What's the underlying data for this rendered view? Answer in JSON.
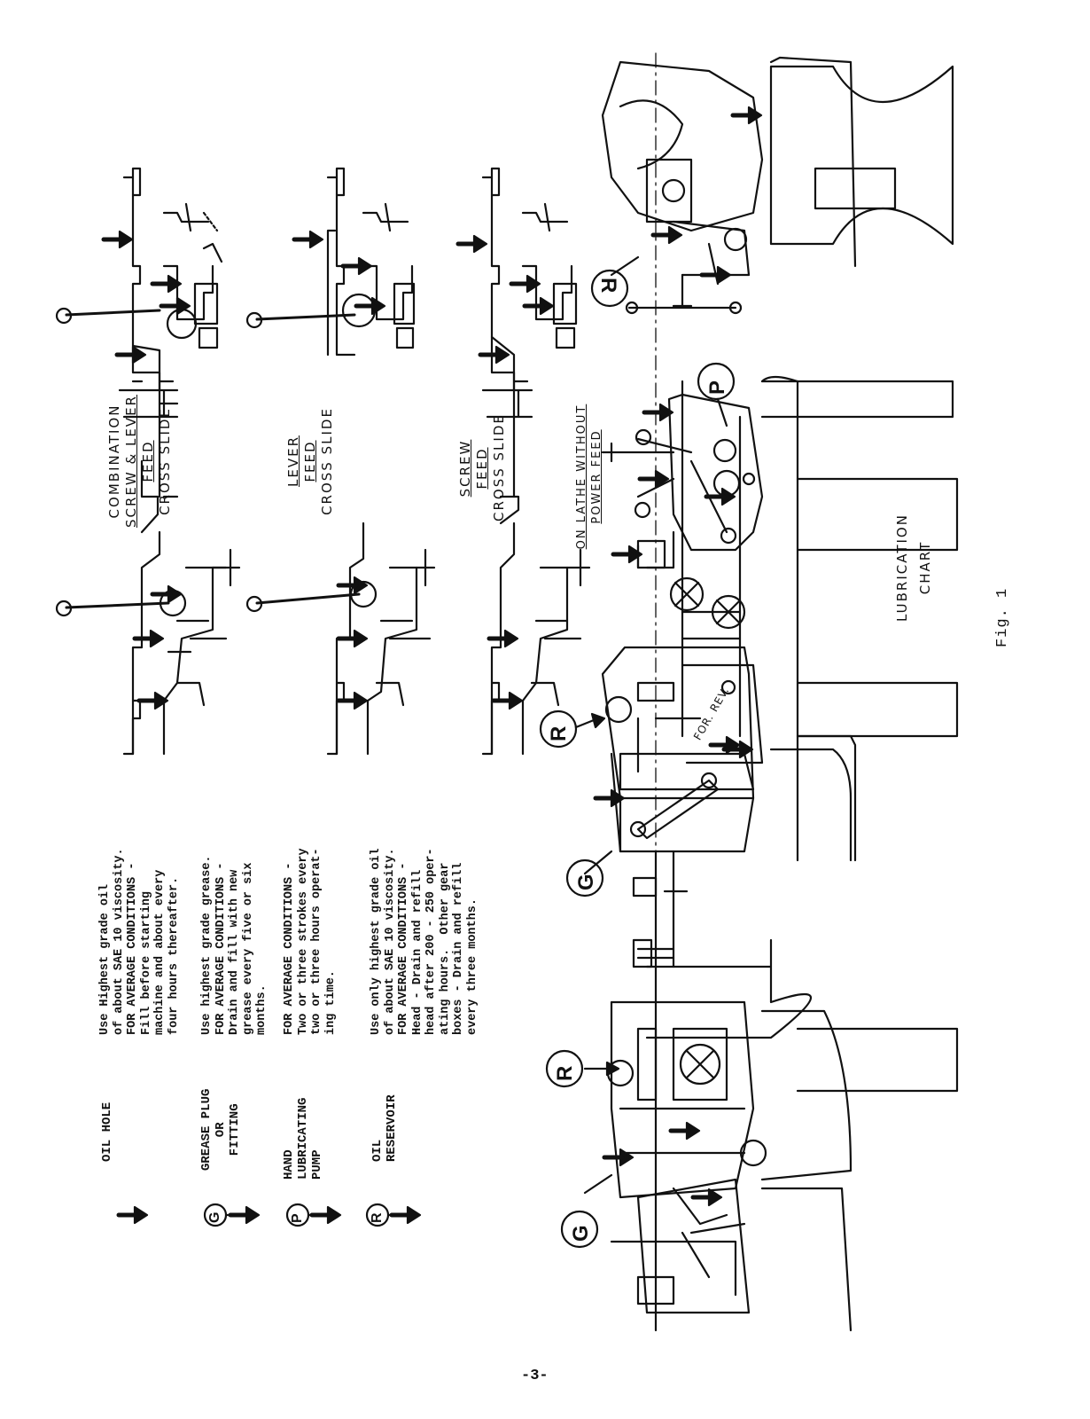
{
  "legend": [
    {
      "symbol": "",
      "label": "OIL HOLE",
      "text": "Use Highest grade oil\nof about SAE 10 viscosity.\nFOR AVERAGE CONDITIONS -\nFill before starting\nmachine and about every\nfour hours thereafter."
    },
    {
      "symbol": "G",
      "label": "GREASE PLUG\nOR\nFITTING",
      "text": "Use highest grade grease.\nFOR AVERAGE CONDITIONS -\nDrain and fill with new\ngrease every five or six\nmonths."
    },
    {
      "symbol": "P",
      "label": "HAND\nLUBRICATING\nPUMP",
      "text": "FOR AVERAGE CONDITIONS -\nTwo or three strokes every\ntwo or three hours operat-\ning time."
    },
    {
      "symbol": "R",
      "label": "OIL\nRESERVOIR",
      "text": "Use only highest grade oil\nof about SAE 10 viscosity.\nFOR AVERAGE CONDITIONS -\nHead - Drain and refill\nhead after 200 - 250 oper-\nating hours.  Other gear\nboxes - Drain and refill\nevery three months."
    }
  ],
  "slides": {
    "combination": {
      "line1": "COMBINATION",
      "line2": "SCREW & LEVER",
      "line3": "FEED",
      "line4": "CROSS SLIDE"
    },
    "lever": {
      "line1": "LEVER",
      "line2": "FEED",
      "line3": "CROSS SLIDE"
    },
    "screw": {
      "line1": "SCREW",
      "line2": "FEED",
      "line3": "CROSS SLIDE"
    }
  },
  "note_without_power": {
    "line1": "ON LATHE WITHOUT",
    "line2": "POWER FEED"
  },
  "callouts": {
    "R": "R",
    "G": "G",
    "P": "P"
  },
  "headstock_label": "FOR. REV.",
  "chart_title": {
    "line1": "LUBRICATION",
    "line2": "CHART"
  },
  "figure_label": "Fig. 1",
  "page_number": "-3-"
}
